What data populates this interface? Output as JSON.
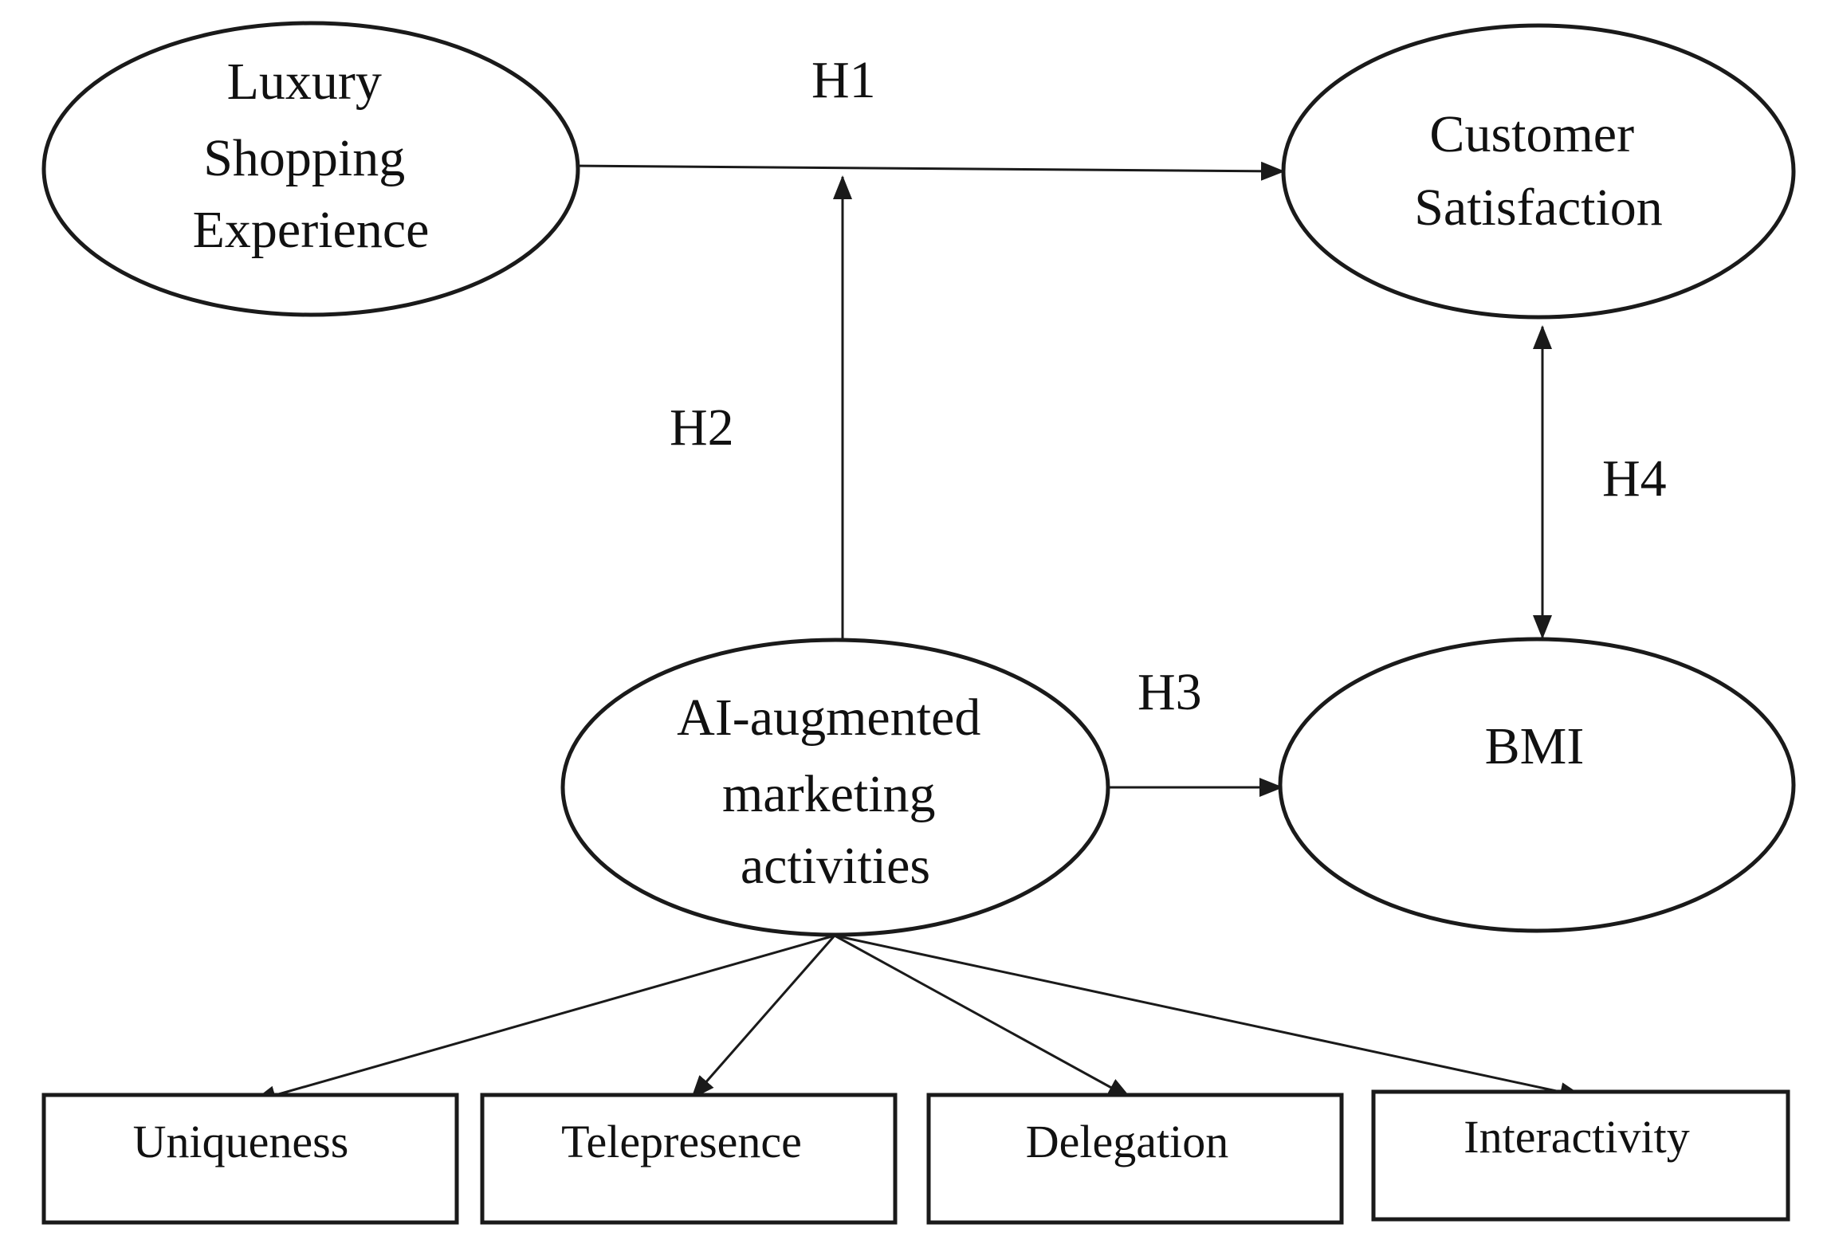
{
  "nodes": {
    "luxury": [
      "Luxury",
      "Shopping",
      "Experience"
    ],
    "satisfaction": [
      "Customer",
      "Satisfaction"
    ],
    "ai": [
      "AI-augmented",
      "marketing",
      "activities"
    ],
    "bmi": [
      "BMI"
    ],
    "dimensions": [
      "Uniqueness",
      "Telepresence",
      "Delegation",
      "Interactivity"
    ]
  },
  "hypotheses": {
    "h1": "H1",
    "h2": "H2",
    "h3": "H3",
    "h4": "H4"
  },
  "colors": {
    "stroke": "#1a1a1a",
    "text": "#111111",
    "background": "#ffffff"
  }
}
